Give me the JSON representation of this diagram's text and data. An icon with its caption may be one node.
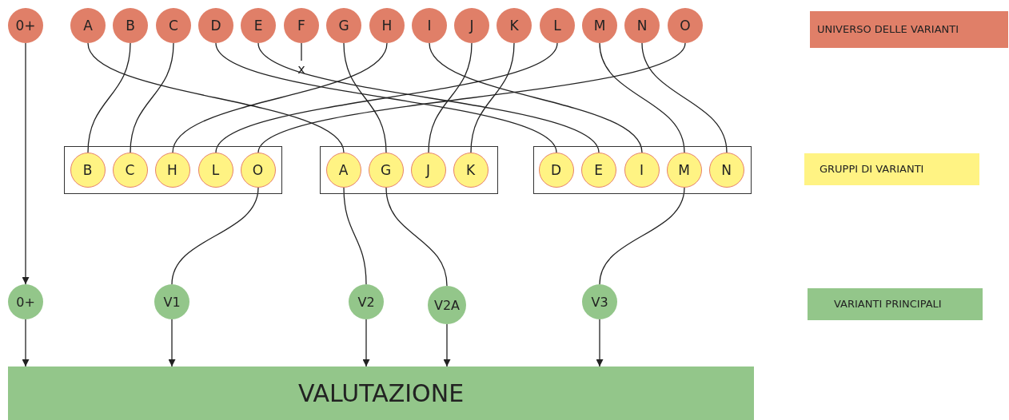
{
  "diagram": {
    "nodes": [
      {
        "text": [
          "0+"
        ]
      },
      {
        "text": [
          "A"
        ]
      },
      {
        "text": [
          "B"
        ]
      },
      {
        "text": [
          "C"
        ]
      },
      {
        "text": [
          "D"
        ]
      },
      {
        "text": [
          "E"
        ]
      },
      {
        "text": [
          "F"
        ]
      },
      {
        "text": [
          "G"
        ]
      },
      {
        "text": [
          "H"
        ]
      },
      {
        "text": [
          "I"
        ]
      },
      {
        "text": [
          "J"
        ]
      },
      {
        "text": [
          "K"
        ]
      },
      {
        "text": [
          "L"
        ]
      },
      {
        "text": [
          "M"
        ]
      },
      {
        "text": [
          "N"
        ]
      },
      {
        "text": [
          "O"
        ]
      },
      {
        "text": [
          "x"
        ]
      },
      {
        "text": [],
        "shape": "box"
      },
      {
        "text": [
          "B"
        ],
        "in": 17
      },
      {
        "text": [
          "C"
        ],
        "in": 17
      },
      {
        "text": [
          "H"
        ],
        "in": 17
      },
      {
        "text": [
          "L"
        ],
        "in": 17
      },
      {
        "text": [
          "O"
        ],
        "in": 17
      },
      {
        "text": [],
        "shape": "box"
      },
      {
        "text": [
          "A"
        ],
        "in": 23
      },
      {
        "text": [
          "G"
        ],
        "in": 23
      },
      {
        "text": [
          "J"
        ],
        "in": 23
      },
      {
        "text": [
          "K"
        ],
        "in": 23
      },
      {
        "text": [],
        "shape": "box"
      },
      {
        "text": [
          "D"
        ],
        "in": 28
      },
      {
        "text": [
          "E"
        ],
        "in": 28
      },
      {
        "text": [
          "I"
        ],
        "in": 28
      },
      {
        "text": [
          "M"
        ],
        "in": 28
      },
      {
        "text": [
          "N"
        ],
        "in": 28
      },
      {
        "text": [
          "0+"
        ]
      },
      {
        "text": [
          "V1"
        ]
      },
      {
        "text": [
          "V2"
        ]
      },
      {
        "text": [
          "V2A"
        ]
      },
      {
        "text": [
          "V3"
        ]
      },
      {
        "text": [
          "VALUTAZIONE"
        ]
      }
    ],
    "edges": [
      {
        "from": 1,
        "to": 24,
        "arrow": "none"
      },
      {
        "from": 2,
        "to": 18,
        "arrow": "none"
      },
      {
        "from": 3,
        "to": 19,
        "arrow": "none"
      },
      {
        "from": 4,
        "to": 29,
        "arrow": "none"
      },
      {
        "from": 5,
        "to": 30,
        "arrow": "none"
      },
      {
        "from": 6,
        "to": 16,
        "arrow": "none"
      },
      {
        "from": 7,
        "to": 25,
        "arrow": "none"
      },
      {
        "from": 8,
        "to": 20,
        "arrow": "none"
      },
      {
        "from": 9,
        "to": 31,
        "arrow": "none"
      },
      {
        "from": 10,
        "to": 26,
        "arrow": "none"
      },
      {
        "from": 11,
        "to": 27,
        "arrow": "none"
      },
      {
        "from": 12,
        "to": 21,
        "arrow": "none"
      },
      {
        "from": 13,
        "to": 32,
        "arrow": "none"
      },
      {
        "from": 14,
        "to": 33,
        "arrow": "none"
      },
      {
        "from": 15,
        "to": 22,
        "arrow": "none"
      },
      {
        "from": 0,
        "to": 34,
        "arrow": "to"
      },
      {
        "from": 22,
        "to": 35,
        "arrow": "none"
      },
      {
        "from": 24,
        "to": 36,
        "arrow": "none"
      },
      {
        "from": 25,
        "to": 37,
        "arrow": "none"
      },
      {
        "from": 32,
        "to": 38,
        "arrow": "none"
      },
      {
        "from": 34,
        "to": 39,
        "arrow": "to"
      },
      {
        "from": 35,
        "to": 39,
        "arrow": "to"
      },
      {
        "from": 36,
        "to": 39,
        "arrow": "to"
      },
      {
        "from": 37,
        "to": 39,
        "arrow": "to"
      },
      {
        "from": 38,
        "to": 39,
        "arrow": "to"
      }
    ],
    "legend": [
      {
        "text": "UNIVERSO DELLE VARIANTI",
        "color": "#e07f68"
      },
      {
        "text": "GRUPPI DI VARIANTI",
        "color": "#fff383"
      },
      {
        "text": "VARIANTI PRINCIPALI",
        "color": "#93c68a"
      }
    ]
  }
}
